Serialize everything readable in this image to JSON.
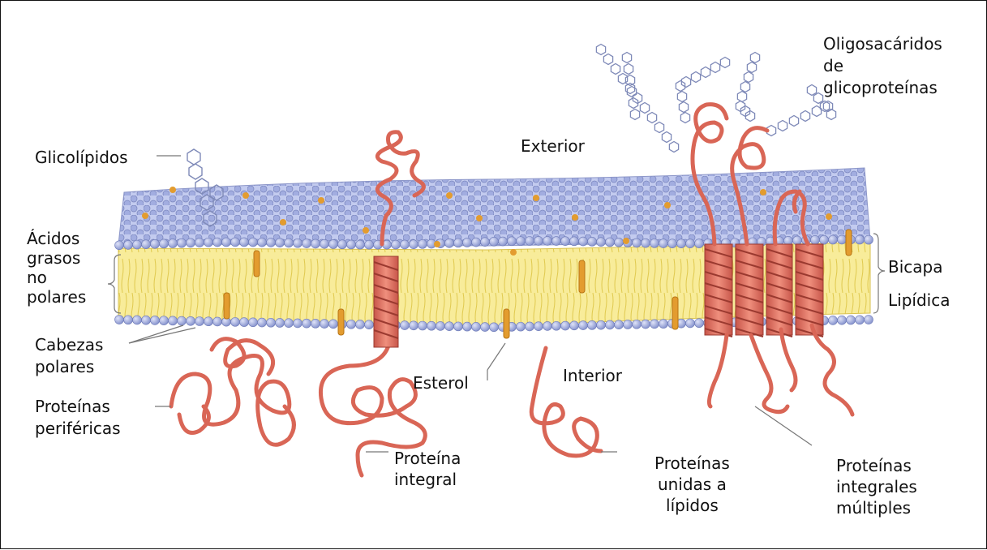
{
  "labels": {
    "glicolipidos": "Glicolípidos",
    "exterior": "Exterior",
    "oligosacaridos": [
      "Oligosacáridos",
      "de",
      "glicoproteínas"
    ],
    "acidos": [
      "Ácidos",
      "grasos",
      "no",
      "polares"
    ],
    "bicapa": "Bicapa",
    "lipidica": "Lipídica",
    "cabezas": [
      "Cabezas",
      "polares"
    ],
    "esterol": "Esterol",
    "interior": "Interior",
    "perifericas": [
      "Proteínas",
      "periféricas"
    ],
    "integral": [
      "Proteína",
      "integral"
    ],
    "unidas": [
      "Proteínas",
      "unidas a",
      "lípidos"
    ],
    "multiples": [
      "Proteínas",
      "integrales",
      "múltiples"
    ]
  },
  "colors": {
    "heads": "#a9b3e0",
    "head_stroke": "#6f7cb8",
    "tails": "#f6e57a",
    "protein": "#e07565",
    "protein_dark": "#b8473c",
    "sterol": "#e39c2f",
    "sugar": "#7f8ab8"
  }
}
